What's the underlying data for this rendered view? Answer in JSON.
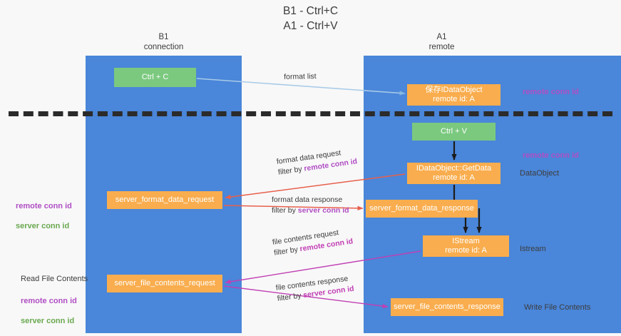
{
  "diagram": {
    "title": "B1 - Ctrl+C\nA1 - Ctrl+V",
    "lanes": [
      {
        "key": "b1",
        "label": "B1\nconnection",
        "color": "#4a86d9"
      },
      {
        "key": "a1",
        "label": "A1\nremote",
        "color": "#4a86d9"
      }
    ],
    "nodes": {
      "ctrl_c": "Ctrl + C",
      "save_idataobject": "保存IDataObject\nremote id: A",
      "ctrl_v": "Ctrl + V",
      "getdata": "IDataObject::GetData\nremote id: A",
      "server_format_data_request": "server_format_data_request",
      "server_format_data_response": "server_format_data_response",
      "istream": "IStream\nremote id: A",
      "server_file_contents_request": "server_file_contents_request",
      "server_file_contents_response": "server_file_contents_response"
    },
    "captions": {
      "remote_conn_id_top": "remote conn id",
      "remote_conn_id_mid": "remote conn id",
      "dataobject": "DataObject",
      "istream": "Istream",
      "write_file_contents": "Write File Contents",
      "read_file_contents": "Read File Contents",
      "remote_conn_id": "remote conn id",
      "server_conn_id": "server conn id"
    },
    "edges": {
      "format_list": "format list",
      "format_data_request": "format data request",
      "format_data_request_filter_prefix": "filter by ",
      "format_data_request_filter_key": "remote conn id",
      "format_data_response": "format data response",
      "format_data_response_filter_prefix": "filter by ",
      "format_data_response_filter_key": "server conn id",
      "file_contents_request": "file contents request",
      "file_contents_request_filter_prefix": "filter by ",
      "file_contents_request_filter_key": "remote conn id",
      "file_contents_response": "file contents response",
      "file_contents_response_filter_prefix": "filter by ",
      "file_contents_response_filter_key": "server conn id"
    },
    "colors": {
      "lane": "#4a86d9",
      "node_green": "#7bc97f",
      "node_orange": "#f9ad4e",
      "purple": "#b04ec4",
      "green_text": "#6aa84f",
      "magenta": "#c13fb4",
      "red_arrow": "#e8604c",
      "blue_arrow": "#a8cbe8",
      "divider": "#2b2b2b",
      "background": "#f8f8f8"
    }
  }
}
